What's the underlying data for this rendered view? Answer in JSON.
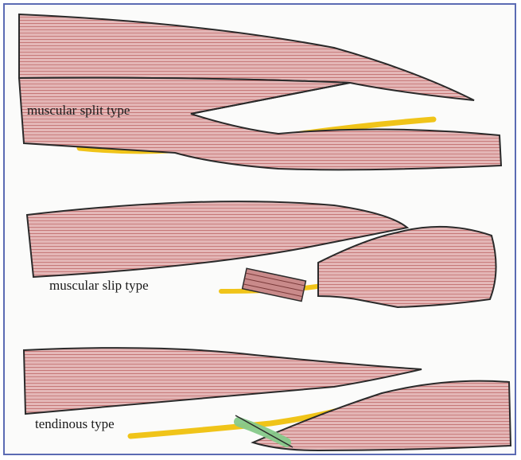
{
  "labels": {
    "split": "muscular split type",
    "slip": "muscular slip type",
    "tendinous": "tendinous type"
  },
  "colors": {
    "frame": "#5b6bb3",
    "muscle_fill": "#e7bcbc",
    "muscle_fiber": "#b85a5a",
    "outline": "#2a2a2a",
    "nerve": "#f0c419",
    "slip": "#c98a8a",
    "tendon": "#86c98a"
  },
  "panels": [
    {
      "name": "muscular split type",
      "features": [
        "upper-muscle",
        "lower-muscle",
        "split",
        "nerve"
      ]
    },
    {
      "name": "muscular slip type",
      "features": [
        "upper-muscle",
        "lower-muscle",
        "muscular-slip",
        "nerve"
      ]
    },
    {
      "name": "tendinous type",
      "features": [
        "upper-muscle",
        "lower-muscle",
        "tendon",
        "nerve"
      ]
    }
  ]
}
